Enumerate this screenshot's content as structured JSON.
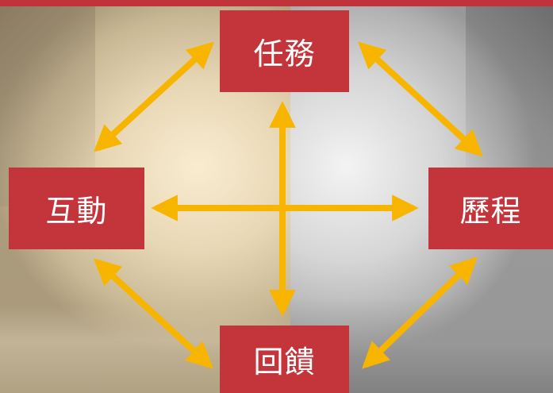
{
  "diagram": {
    "nodes": {
      "top": "任務",
      "left": "互動",
      "right": "歷程",
      "bottom": "回饋"
    },
    "connections": [
      [
        "top",
        "left"
      ],
      [
        "top",
        "right"
      ],
      [
        "left",
        "bottom"
      ],
      [
        "right",
        "bottom"
      ],
      [
        "top",
        "bottom"
      ],
      [
        "left",
        "right"
      ]
    ],
    "colors": {
      "node_fill": "#c4343b",
      "node_text": "#ffffff",
      "arrow": "#f7b500",
      "top_bar": "#c0333a"
    },
    "arrow_style": "double-headed"
  }
}
